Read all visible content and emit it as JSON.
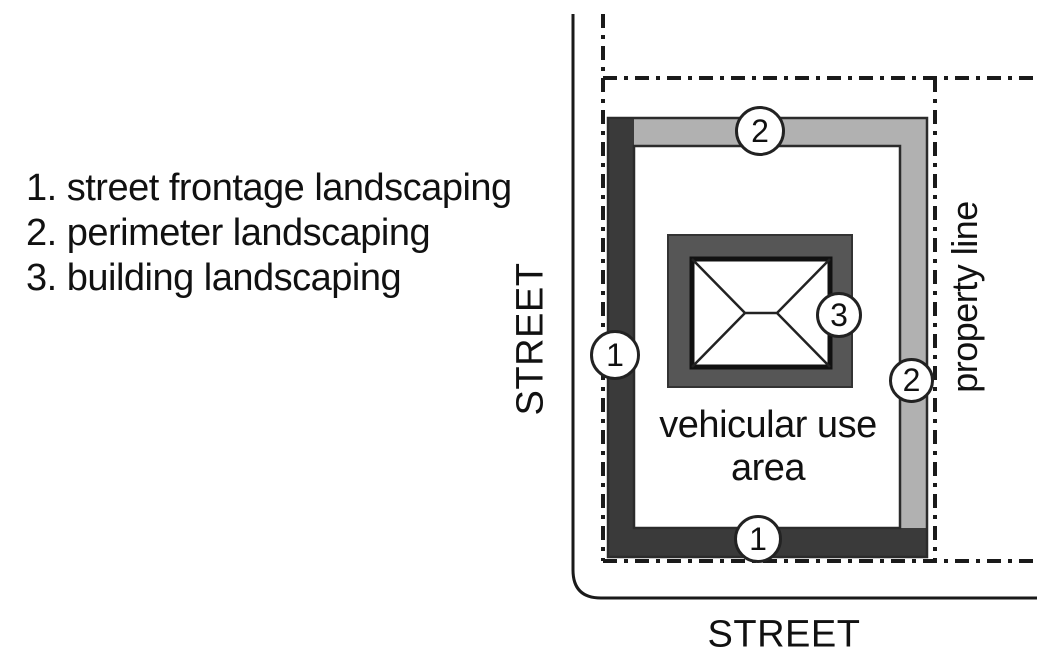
{
  "legend": {
    "items": [
      {
        "text": "1. street frontage landscaping"
      },
      {
        "text": "2. perimeter landscaping"
      },
      {
        "text": "3. building landscaping"
      }
    ]
  },
  "labels": {
    "street_left": "STREET",
    "street_bottom": "STREET",
    "property_line": "property line",
    "vehicular_area_line1": "vehicular use",
    "vehicular_area_line2": "area"
  },
  "markers": {
    "perimeter_top": "2",
    "street_frontage_left": "1",
    "building": "3",
    "perimeter_right": "2",
    "street_frontage_bottom": "1"
  },
  "colors": {
    "street_frontage_band": "#3a3a3a",
    "perimeter_band": "#b1b1b1",
    "building_landscape": "#565656",
    "line": "#1a1a1a"
  }
}
